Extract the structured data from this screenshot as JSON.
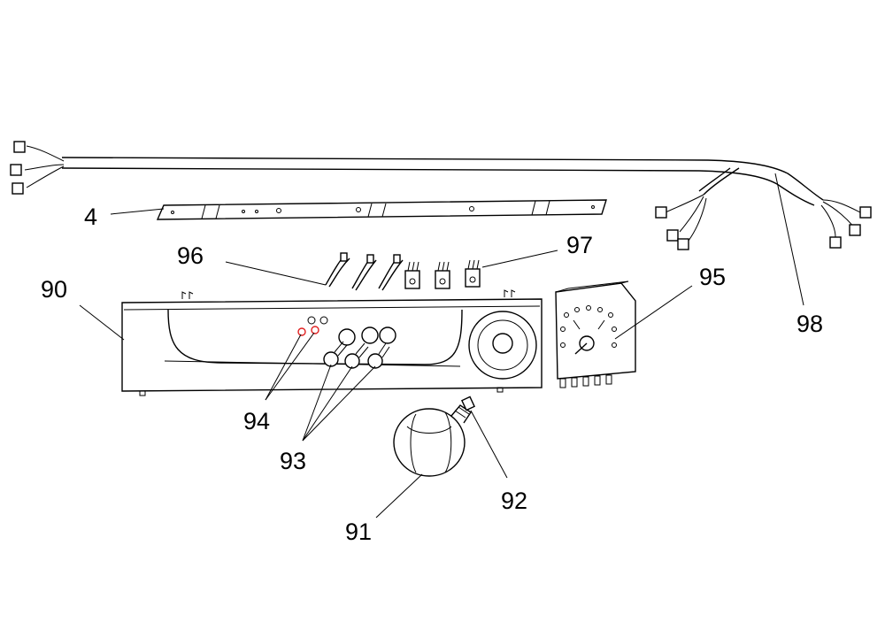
{
  "callouts": {
    "c4": "4",
    "c90": "90",
    "c91": "91",
    "c92": "92",
    "c93": "93",
    "c94": "94",
    "c95": "95",
    "c96": "96",
    "c97": "97",
    "c98": "98"
  },
  "colors": {
    "line": "#000000",
    "highlight": "#e02020",
    "background": "#ffffff"
  }
}
